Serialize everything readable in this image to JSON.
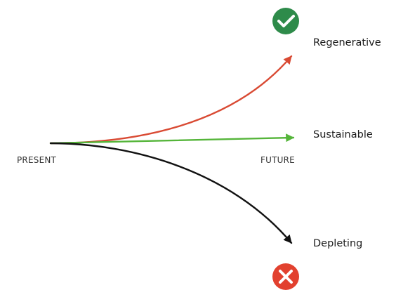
{
  "labels": {
    "present": "PRESENT",
    "future": "FUTURE"
  },
  "outcomes": [
    {
      "label": "Regenerative",
      "color": "#d94a33",
      "icon": "check-icon",
      "icon_color": "#2e8b4a"
    },
    {
      "label": "Sustainable",
      "color": "#55b53a"
    },
    {
      "label": "Depleting",
      "color": "#111111",
      "icon": "cross-icon",
      "icon_color": "#e2412f"
    }
  ]
}
